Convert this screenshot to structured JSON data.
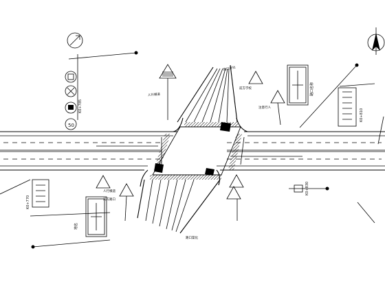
{
  "plan": {
    "sign_labels": {
      "stake_upper_left": "K0+785",
      "warn_upper_left": "人行横道",
      "warn_upper_center": "前方学校",
      "warn_upper_center2": "注意行人",
      "guide_upper_right": "路口名称",
      "stake_upper_right": "K0+810",
      "stake_lower_left": "K0+770",
      "guide_lower_left": "地名",
      "warn_lower_center": "人行横道",
      "warn_lower_center2": "前方路口",
      "stake_lower_right": "K0+830",
      "road_note_top": "路口渠化",
      "road_note_bottom": "路口渠化"
    }
  }
}
